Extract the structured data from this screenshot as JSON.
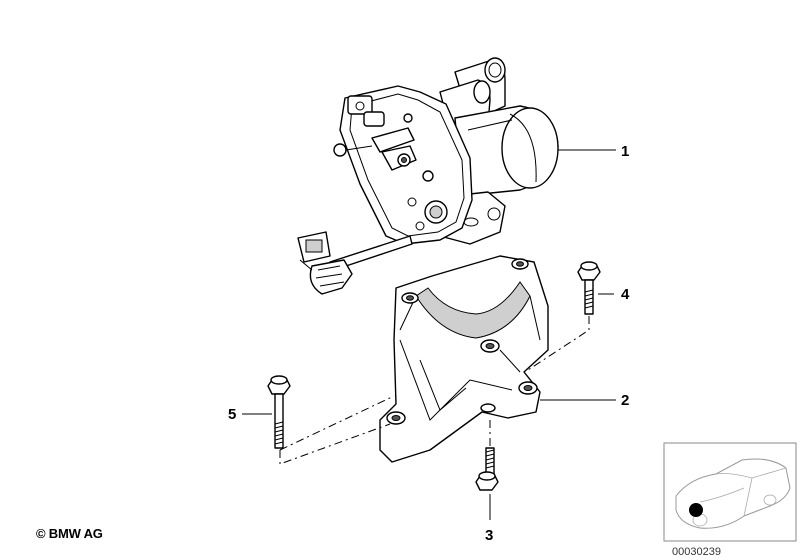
{
  "callouts": [
    {
      "id": "1",
      "label": "1"
    },
    {
      "id": "2",
      "label": "2"
    },
    {
      "id": "3",
      "label": "3"
    },
    {
      "id": "4",
      "label": "4"
    },
    {
      "id": "5",
      "label": "5"
    }
  ],
  "footer": {
    "copyright": "© BMW AG",
    "diagram_number": "00030239"
  },
  "icons": {
    "actuator": "transfer-case-actuator-icon",
    "bracket": "mounting-bracket-icon",
    "bolt": "bolt-icon",
    "car_locator": "car-locator-thumbnail-icon"
  }
}
